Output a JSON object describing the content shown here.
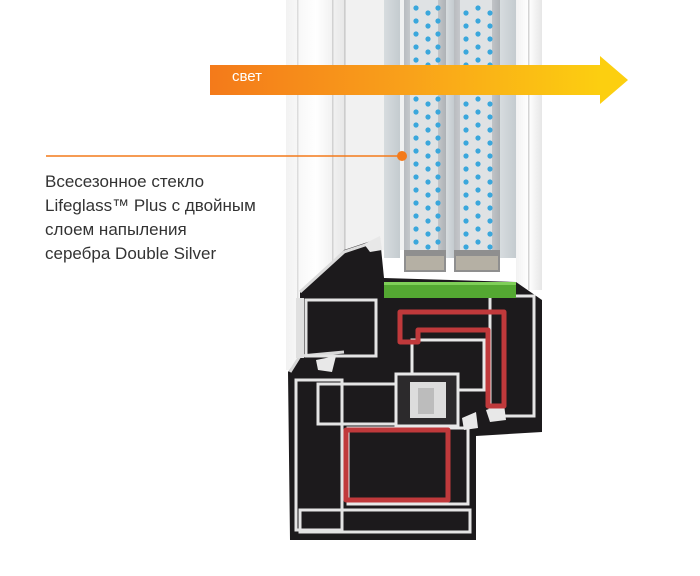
{
  "arrow": {
    "label": "свет",
    "colors": {
      "start": "#f47a1a",
      "end": "#fccf10"
    }
  },
  "caption": {
    "lines": [
      "Всесезонное стекло",
      "Lifeglass™ Plus с двойным",
      "слоем напыления",
      "серебра Double Silver"
    ]
  },
  "colors": {
    "leader_line": "#f47a1a",
    "profile_body": "#1c1a1c",
    "profile_wall": "#e9e9e9",
    "reinforcement": "#c0393b",
    "seal": "#54a832",
    "glass_dots": "#3aa7dc"
  }
}
